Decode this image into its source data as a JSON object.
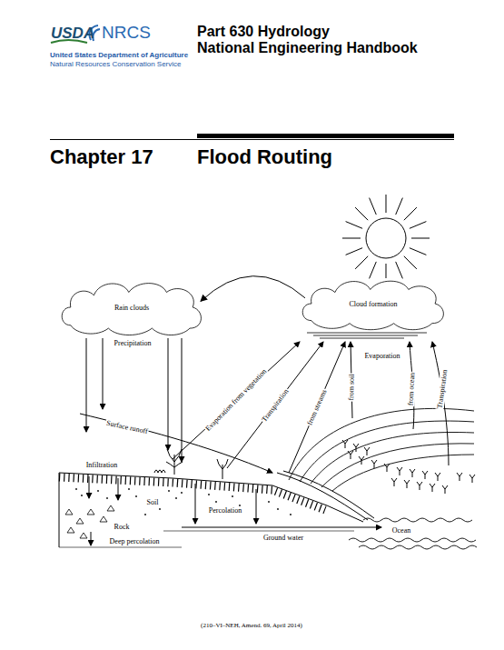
{
  "diagram": {
    "title": "Flood Routing",
    "caption": "(210–VI–NEH, Amend. 69, April 2014)",
    "nodes": [
      {
        "text": [
          "Rain clouds"
        ]
      },
      {
        "text": [
          "Cloud formation"
        ]
      }
    ],
    "edges": [
      {
        "from": 1,
        "to": 0,
        "arrow": "to"
      }
    ],
    "labels": [
      "USDA",
      "NRCS",
      "United States Department of Agriculture",
      "Natural Resources Conservation Service",
      "Part 630 Hydrology",
      "National Engineering Handbook",
      "Chapter 17",
      "Precipitation",
      "Evaporation from vegetation",
      "Transpiration",
      "from streams",
      "from soil",
      "Evaporation",
      "from ocean",
      "Transpiration",
      "Surface runoff",
      "Infiltration",
      "Soil",
      "Percolation",
      "Rock",
      "Deep percolation",
      "Ground water",
      "Ocean"
    ]
  }
}
